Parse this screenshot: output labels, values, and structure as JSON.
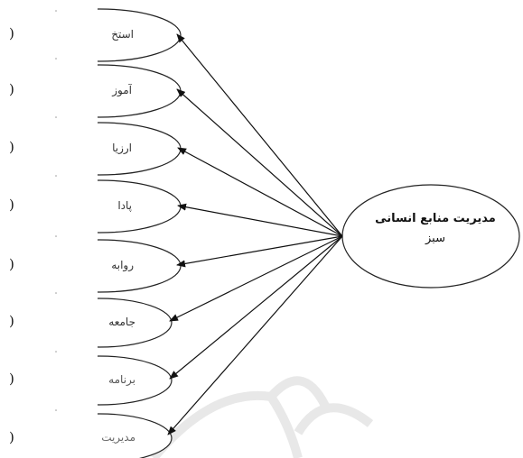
{
  "center": {
    "line1": "مدیریت منابع انسانی",
    "line2": "سبز"
  },
  "nodes": [
    {
      "label": "استخ"
    },
    {
      "label": "آموز"
    },
    {
      "label": "ارزیا"
    },
    {
      "label": "پادا"
    },
    {
      "label": "روابه"
    },
    {
      "label": "جامعه"
    },
    {
      "label": "برنامه"
    },
    {
      "label": "مدیریت"
    }
  ],
  "left_marks": [
    ")",
    ")",
    ")",
    ")",
    ")",
    ")",
    ")",
    ")"
  ]
}
